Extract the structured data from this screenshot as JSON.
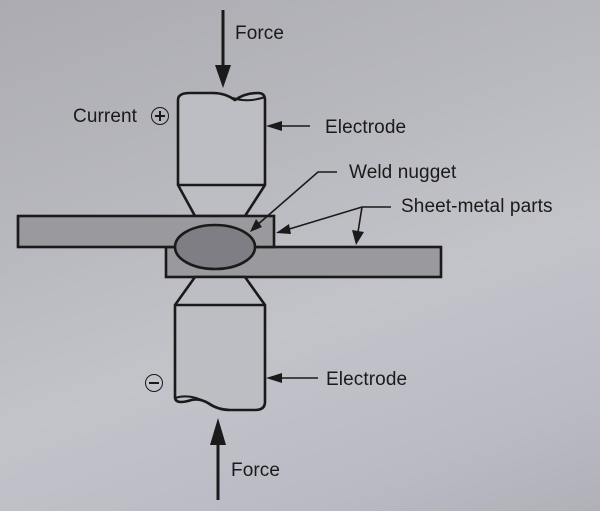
{
  "diagram": {
    "title": "Resistance spot welding",
    "labels": {
      "force_top": "Force",
      "force_bottom": "Force",
      "current": "Current",
      "electrode_top": "Electrode",
      "electrode_bottom": "Electrode",
      "weld_nugget": "Weld nugget",
      "sheet_metal_parts": "Sheet-metal parts"
    },
    "polarity": {
      "top": "plus-circle-icon",
      "bottom": "minus-circle-icon"
    },
    "colors": {
      "line": "#1a1a1a",
      "sheet_fill": "#9a9a9e",
      "nugget_fill": "#7e7e84",
      "electrode_fill": "#bdbdc4"
    }
  }
}
